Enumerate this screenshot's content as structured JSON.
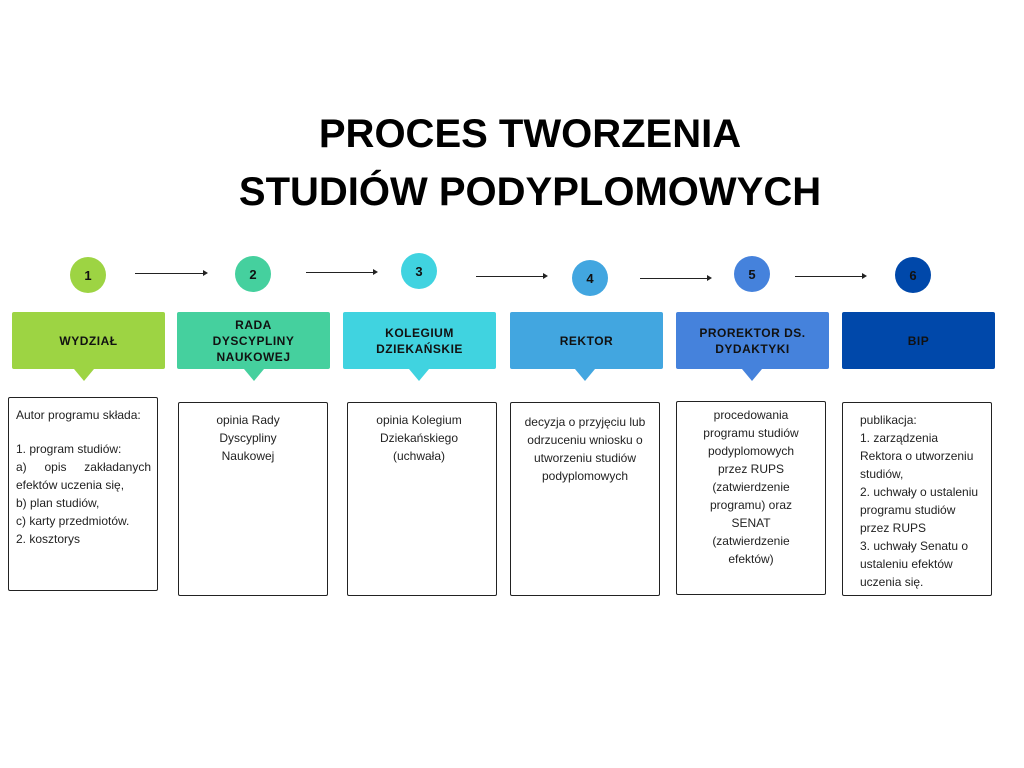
{
  "title": {
    "line1": "PROCES TWORZENIA",
    "line2": "STUDIÓW PODYPLOMOWYCH"
  },
  "colors": [
    "#9dd443",
    "#45d09e",
    "#40d3e0",
    "#42a6e0",
    "#4582dc",
    "#0048aa"
  ],
  "steps": [
    {
      "number": "1",
      "label": "WYDZIAŁ",
      "text": {
        "intro": "Autor programu składa:",
        "l1": "1. program studiów:",
        "l2a": "a)",
        "l2b": "opis",
        "l2c": "zakładanych",
        "l3": "efektów uczenia się,",
        "l4": "b) plan studiów,",
        "l5": "c) karty przedmiotów.",
        "l6": "2. kosztorys"
      }
    },
    {
      "number": "2",
      "label": "RADA DYSCYPLINY NAUKOWEJ",
      "text": "opinia Rady Dyscypliny Naukowej"
    },
    {
      "number": "3",
      "label": "KOLEGIUM DZIEKAŃSKIE",
      "text": "opinia Kolegium Dziekańskiego (uchwała)"
    },
    {
      "number": "4",
      "label": "REKTOR",
      "text": "decyzja o przyjęciu lub odrzuceniu wniosku o utworzeniu studiów podyplomowych"
    },
    {
      "number": "5",
      "label": "PROREKTOR DS. DYDAKTYKI",
      "text": "procedowania programu studiów podyplomowych przez RUPS (zatwierdzenie programu) oraz SENAT (zatwierdzenie efektów)"
    },
    {
      "number": "6",
      "label": "BIP",
      "text": {
        "l0": "publikacja:",
        "l1": "1. zarządzenia Rektora o utworzeniu studiów,",
        "l2": "2. uchwały o ustaleniu programu studiów przez RUPS",
        "l3": "3.  uchwały Senatu o ustaleniu efektów uczenia się."
      }
    }
  ]
}
